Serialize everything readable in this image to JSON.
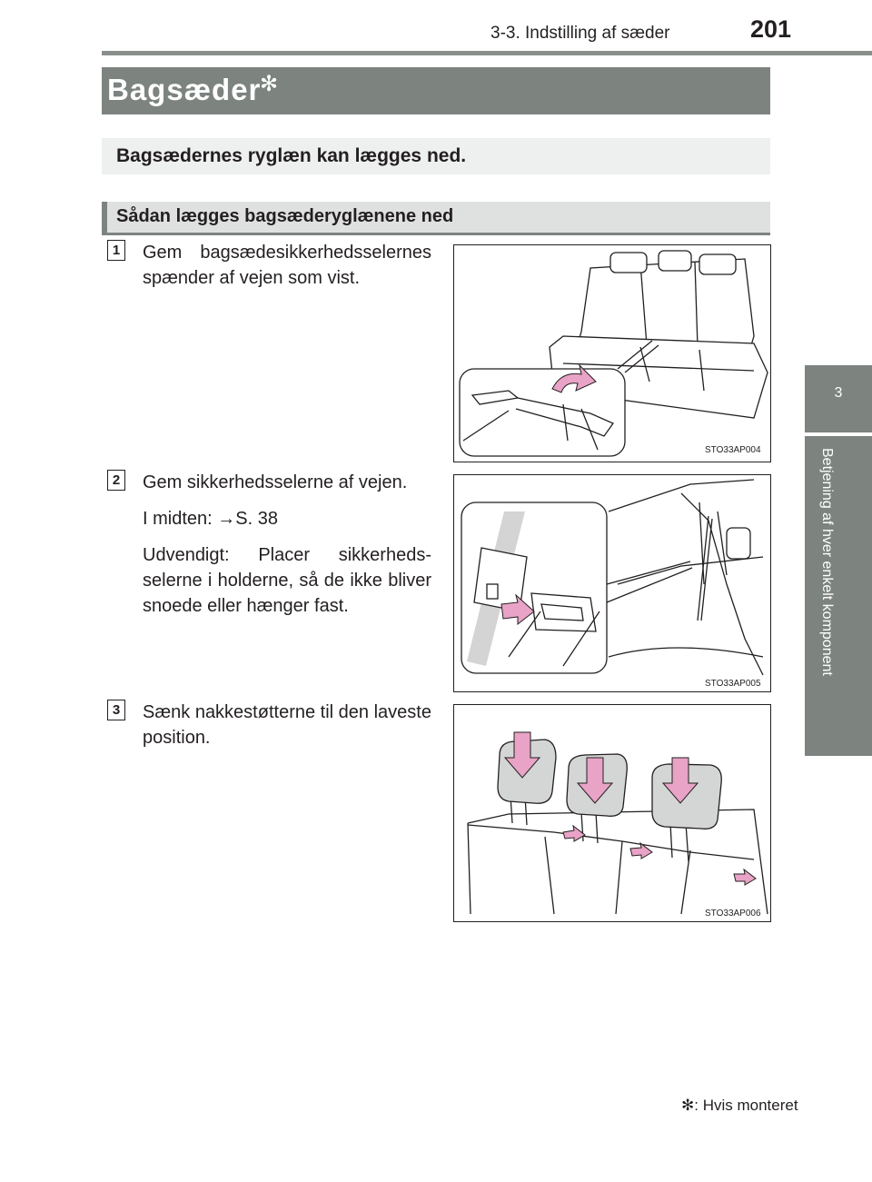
{
  "header": {
    "section": "3-3. Indstilling af sæder",
    "page_number": "201"
  },
  "side_tab": {
    "chapter_number": "3",
    "chapter_title": "Betjening af hver enkelt komponent"
  },
  "title": {
    "text": "Bagsæder",
    "marker": "✻"
  },
  "intro": "Bagsædernes ryglæn kan lægges ned.",
  "subsection": "Sådan lægges bagsæderyglænene ned",
  "steps": [
    {
      "number": "1",
      "paragraphs": [
        "Gem bagsædesikkerhedsseler­nes spænder af vejen som vist."
      ],
      "figure_code": "STO33AP004"
    },
    {
      "number": "2",
      "paragraphs": [
        "Gem sikkerhedsselerne af vejen.",
        "I midten: →S. 38",
        "Udvendigt: Placer sikkerheds­selerne i holderne, så de ikke bliver snoede eller hænger fast."
      ],
      "figure_code": "STO33AP005"
    },
    {
      "number": "3",
      "paragraphs": [
        "Sænk nakkestøtterne til den laveste position."
      ],
      "figure_code": "STO33AP006"
    }
  ],
  "footnote": "✻: Hvis monteret",
  "colors": {
    "band_gray": "#7d8480",
    "arrow_pink": "#e8a3c6",
    "text": "#231f20"
  }
}
